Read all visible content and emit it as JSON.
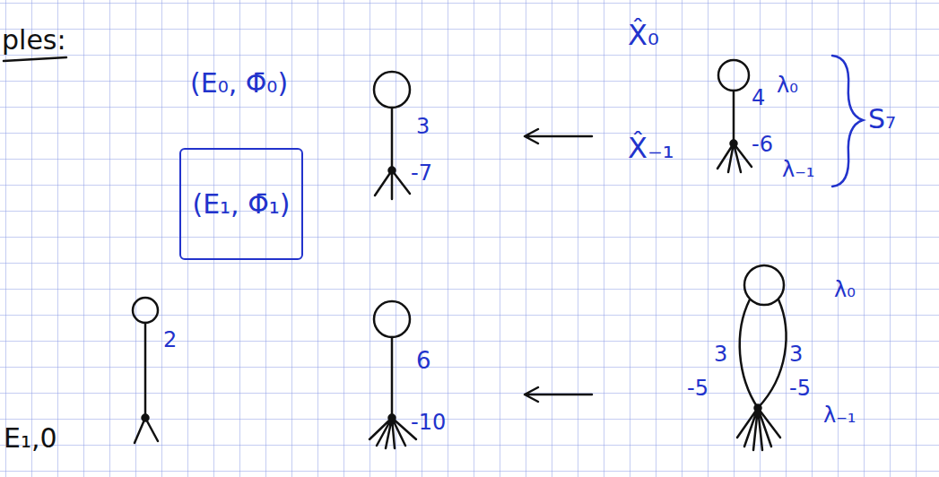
{
  "diagram": {
    "nodes": [
      {
        "text": [
          "(E₁, Φ̄₁)"
        ]
      }
    ],
    "labels": [
      "ples:",
      "(E₀, Φ̄₀)",
      "3",
      "-7",
      "X̂₀",
      "X̂₋₁",
      "4",
      "λ₀",
      "-6",
      "λ₋₁",
      "S₇",
      "2",
      "E₁,0",
      "6",
      "-10",
      "3",
      "3",
      "-5",
      "-5",
      "λ₀",
      "λ₋₁"
    ]
  }
}
